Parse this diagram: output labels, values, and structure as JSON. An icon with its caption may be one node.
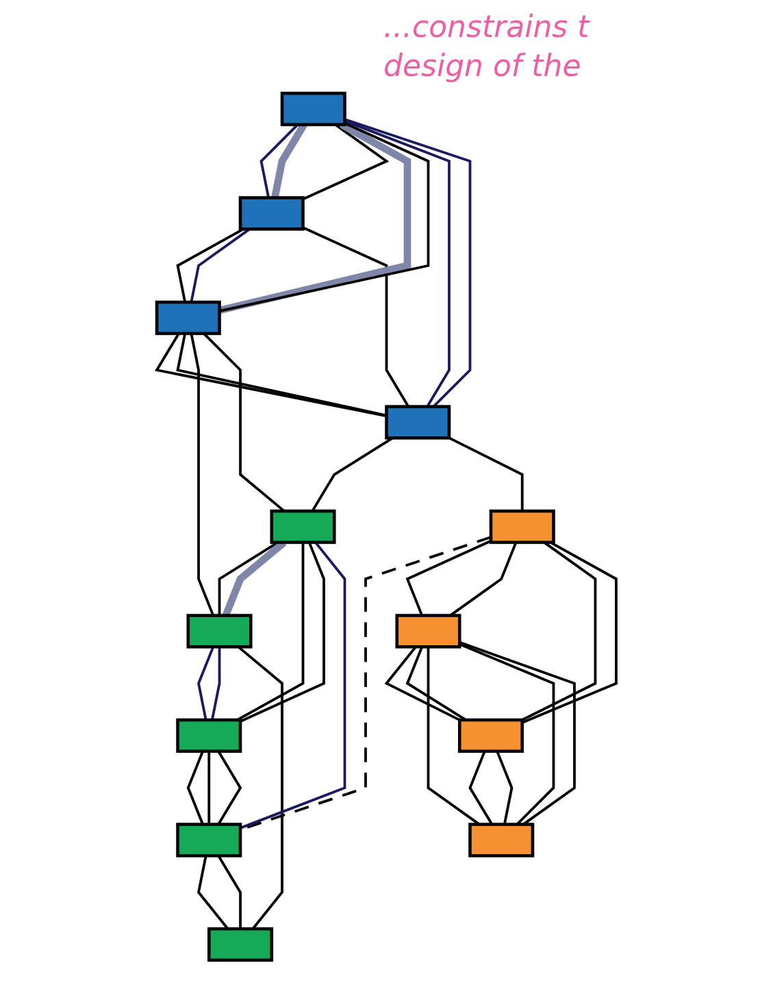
{
  "diagram": {
    "nodes": [
      {
        "text": [],
        "shape": "box"
      },
      {
        "text": [],
        "shape": "box"
      },
      {
        "text": [],
        "shape": "box"
      },
      {
        "text": [],
        "shape": "box"
      },
      {
        "text": [],
        "shape": "box"
      },
      {
        "text": [],
        "shape": "box"
      },
      {
        "text": [],
        "shape": "box"
      },
      {
        "text": [],
        "shape": "box"
      },
      {
        "text": [],
        "shape": "box"
      },
      {
        "text": [],
        "shape": "box"
      },
      {
        "text": [],
        "shape": "box"
      },
      {
        "text": [],
        "shape": "box"
      },
      {
        "text": [],
        "shape": "box"
      }
    ],
    "edges": [
      {
        "from": 3,
        "to": 0,
        "arrow": "none"
      },
      {
        "from": 1,
        "to": 0,
        "arrow": "none",
        "color": "#1a1a5e"
      },
      {
        "from": 1,
        "to": 0,
        "arrow": "none",
        "style": "thick",
        "color": "#7f86a8"
      },
      {
        "from": 1,
        "to": 0,
        "arrow": "none"
      },
      {
        "from": 0,
        "to": 2,
        "arrow": "none"
      },
      {
        "from": 0,
        "to": 2,
        "arrow": "none",
        "color": "#1a1a5e"
      },
      {
        "from": 1,
        "to": 2,
        "arrow": "none",
        "style": "thick",
        "color": "#7f86a8"
      },
      {
        "from": 1,
        "to": 2,
        "arrow": "none"
      },
      {
        "from": 1,
        "to": 3,
        "arrow": "none",
        "color": "#1a1a5e"
      },
      {
        "from": 1,
        "to": 3,
        "arrow": "none",
        "color": "#1a1a5e"
      },
      {
        "from": 2,
        "to": 3,
        "arrow": "none"
      },
      {
        "from": 2,
        "to": 3,
        "arrow": "none"
      },
      {
        "from": 2,
        "to": 4,
        "arrow": "none"
      },
      {
        "from": 2,
        "to": 5,
        "arrow": "none"
      },
      {
        "from": 3,
        "to": 5,
        "arrow": "none"
      },
      {
        "from": 3,
        "to": 9,
        "arrow": "none"
      },
      {
        "from": 9,
        "to": 7,
        "arrow": "none",
        "style": "dashed"
      },
      {
        "from": 5,
        "to": 4,
        "arrow": "none"
      },
      {
        "from": 5,
        "to": 4,
        "arrow": "none",
        "style": "thick",
        "color": "#7f86a8"
      },
      {
        "from": 4,
        "to": 6,
        "arrow": "none",
        "color": "#1a1a5e"
      },
      {
        "from": 4,
        "to": 6,
        "arrow": "none",
        "color": "#1a1a5e"
      },
      {
        "from": 4,
        "to": 8,
        "arrow": "none"
      },
      {
        "from": 5,
        "to": 6,
        "arrow": "none"
      },
      {
        "from": 5,
        "to": 6,
        "arrow": "none"
      },
      {
        "from": 5,
        "to": 7,
        "arrow": "none",
        "color": "#1a1a5e"
      },
      {
        "from": 7,
        "to": 6,
        "arrow": "none"
      },
      {
        "from": 6,
        "to": 7,
        "arrow": "none"
      },
      {
        "from": 6,
        "to": 7,
        "arrow": "none"
      },
      {
        "from": 7,
        "to": 8,
        "arrow": "none"
      },
      {
        "from": 7,
        "to": 8,
        "arrow": "none"
      },
      {
        "from": 9,
        "to": 10,
        "arrow": "none"
      },
      {
        "from": 9,
        "to": 10,
        "arrow": "none"
      },
      {
        "from": 9,
        "to": 11,
        "arrow": "none"
      },
      {
        "from": 9,
        "to": 11,
        "arrow": "none"
      },
      {
        "from": 10,
        "to": 11,
        "arrow": "none"
      },
      {
        "from": 10,
        "to": 11,
        "arrow": "none"
      },
      {
        "from": 10,
        "to": 12,
        "arrow": "none"
      },
      {
        "from": 10,
        "to": 12,
        "arrow": "none"
      },
      {
        "from": 10,
        "to": 12,
        "arrow": "none"
      },
      {
        "from": 11,
        "to": 12,
        "arrow": "none"
      },
      {
        "from": 11,
        "to": 12,
        "arrow": "none"
      }
    ],
    "labels": [
      "...constrains t",
      "design of the"
    ]
  }
}
